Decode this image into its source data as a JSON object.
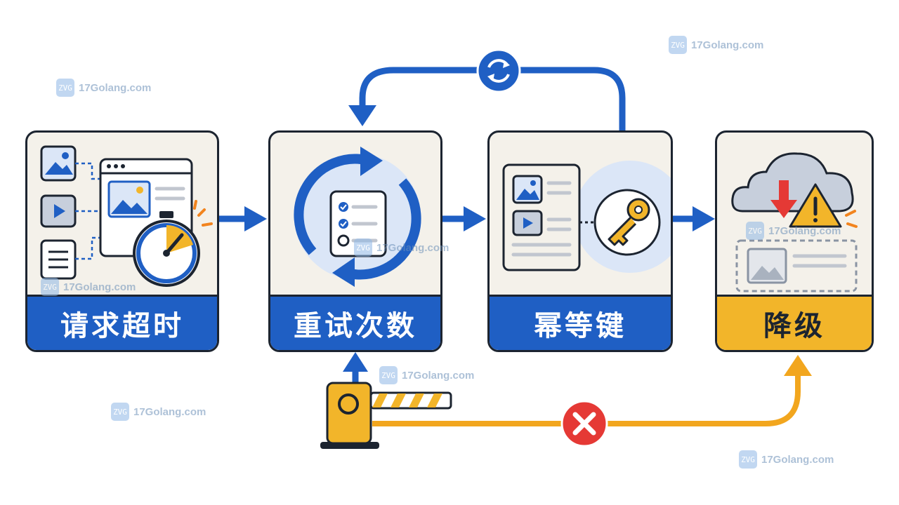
{
  "steps": [
    {
      "label": "请求超时",
      "color": "#1f5fc4"
    },
    {
      "label": "重试次数",
      "color": "#1f5fc4"
    },
    {
      "label": "幂等键",
      "color": "#1f5fc4"
    },
    {
      "label": "降级",
      "color": "#f2b52a"
    }
  ],
  "watermark": {
    "site": "17Golang.com",
    "logo": "ZVG"
  },
  "colors": {
    "primary": "#1f5fc4",
    "accent": "#f2b52a",
    "error": "#e53935",
    "outline": "#1c2430"
  },
  "icons": [
    "image-icon",
    "video-icon",
    "document-icon",
    "browser-window-icon",
    "stopwatch-icon",
    "refresh-cycle-icon",
    "checklist-icon",
    "key-icon",
    "cloud-icon",
    "down-arrow-icon",
    "warning-icon",
    "barrier-gate-icon",
    "error-x-icon",
    "retry-loop-icon"
  ]
}
